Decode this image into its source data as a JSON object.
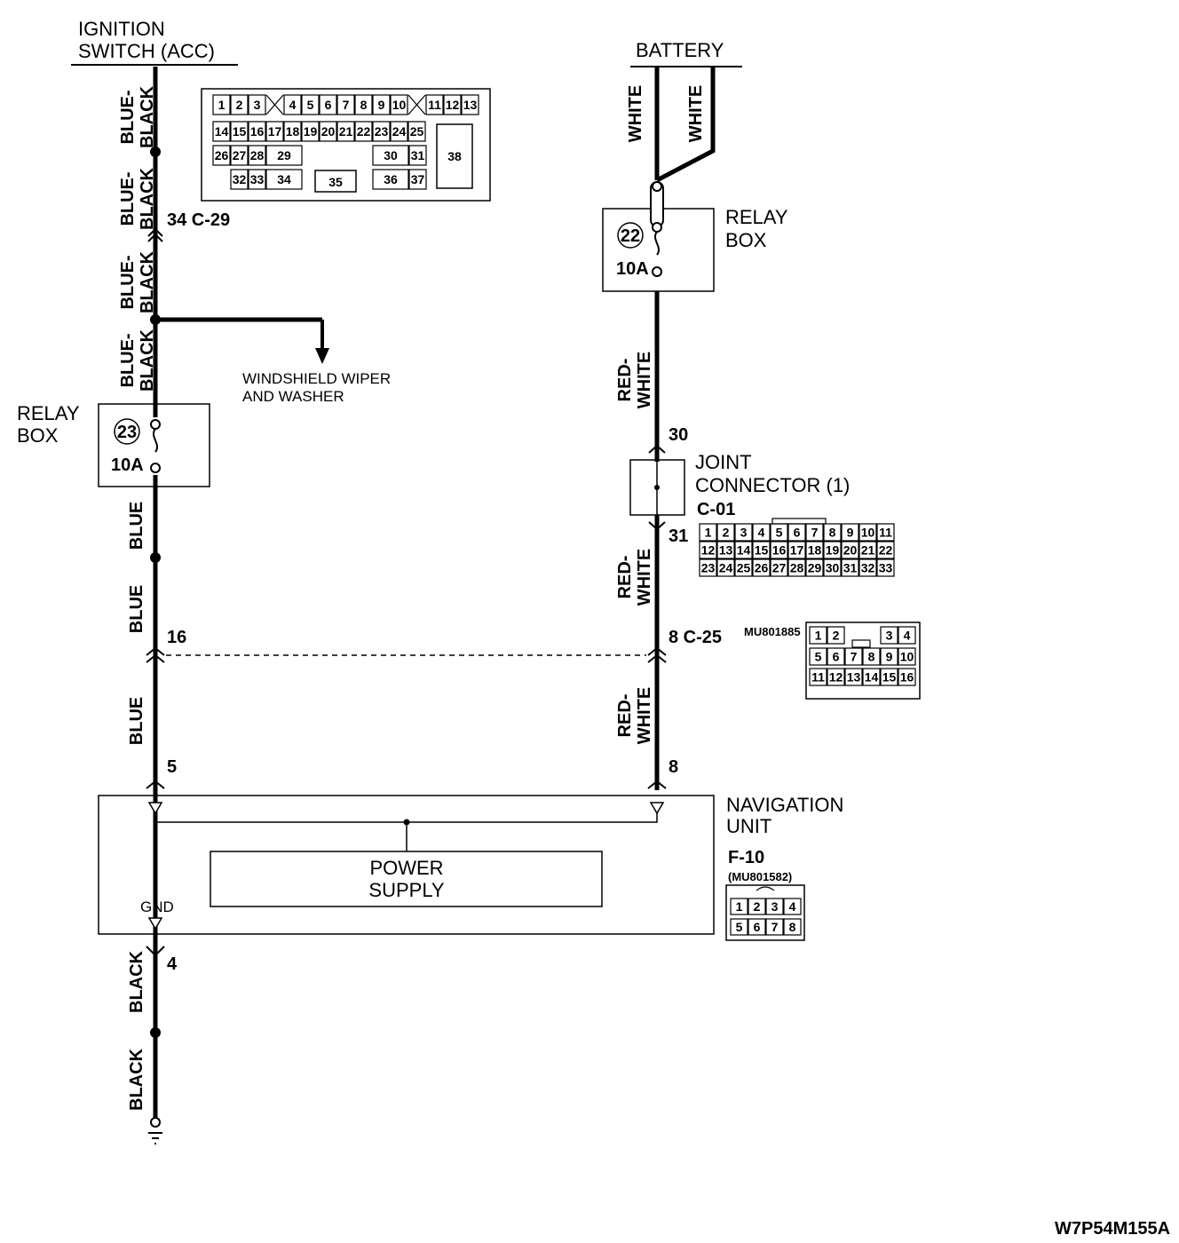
{
  "labels": {
    "ignition_1": "IGNITION",
    "ignition_2": "SWITCH (ACC)",
    "battery": "BATTERY",
    "relay_box_right_1": "RELAY",
    "relay_box_right_2": "BOX",
    "relay_box_left_1": "RELAY",
    "relay_box_left_2": "BOX",
    "wiper_1": "WINDSHIELD WIPER",
    "wiper_2": "AND WASHER",
    "joint_1": "JOINT",
    "joint_2": "CONNECTOR (1)",
    "joint_code": "C-01",
    "nav_1": "NAVIGATION",
    "nav_2": "UNIT",
    "nav_code": "F-10",
    "nav_part": "(MU801582)",
    "c25_part": "MU801885",
    "power_1": "POWER",
    "power_2": "SUPPLY",
    "gnd": "GND",
    "figure_id": "W7P54M155A"
  },
  "fuses": {
    "left_num": "23",
    "left_rating": "10A",
    "right_num": "22",
    "right_rating": "10A"
  },
  "pins": {
    "c29": "34 C-29",
    "p16": "16",
    "p5": "5",
    "p4": "4",
    "p30": "30",
    "p31": "31",
    "c25": "8 C-25",
    "p8": "8"
  },
  "wires": {
    "blue_black": "BLUE-",
    "blue_black_2": "BLACK",
    "blue": "BLUE",
    "black": "BLACK",
    "white": "WHITE",
    "red_white_1": "RED-",
    "red_white_2": "WHITE"
  },
  "connector_c29": {
    "row1": [
      "1",
      "2",
      "3",
      "4",
      "5",
      "6",
      "7",
      "8",
      "9",
      "10",
      "11",
      "12",
      "13"
    ],
    "row2": [
      "14",
      "15",
      "16",
      "17",
      "18",
      "19",
      "20",
      "21",
      "22",
      "23",
      "24",
      "25"
    ],
    "row3": [
      "26",
      "27",
      "28",
      "29",
      "30",
      "31"
    ],
    "row4": [
      "32",
      "33",
      "34",
      "35",
      "36",
      "37"
    ],
    "big": "38"
  },
  "connector_c01": {
    "row1": [
      "1",
      "2",
      "3",
      "4",
      "5",
      "6",
      "7",
      "8",
      "9",
      "10",
      "11"
    ],
    "row2": [
      "12",
      "13",
      "14",
      "15",
      "16",
      "17",
      "18",
      "19",
      "20",
      "21",
      "22"
    ],
    "row3": [
      "23",
      "24",
      "25",
      "26",
      "27",
      "28",
      "29",
      "30",
      "31",
      "32",
      "33"
    ]
  },
  "connector_c25": {
    "row1": [
      "1",
      "2",
      "3",
      "4"
    ],
    "row2": [
      "5",
      "6",
      "7",
      "8",
      "9",
      "10"
    ],
    "row3": [
      "11",
      "12",
      "13",
      "14",
      "15",
      "16"
    ]
  },
  "connector_f10": {
    "row1": [
      "1",
      "2",
      "3",
      "4"
    ],
    "row2": [
      "5",
      "6",
      "7",
      "8"
    ]
  }
}
